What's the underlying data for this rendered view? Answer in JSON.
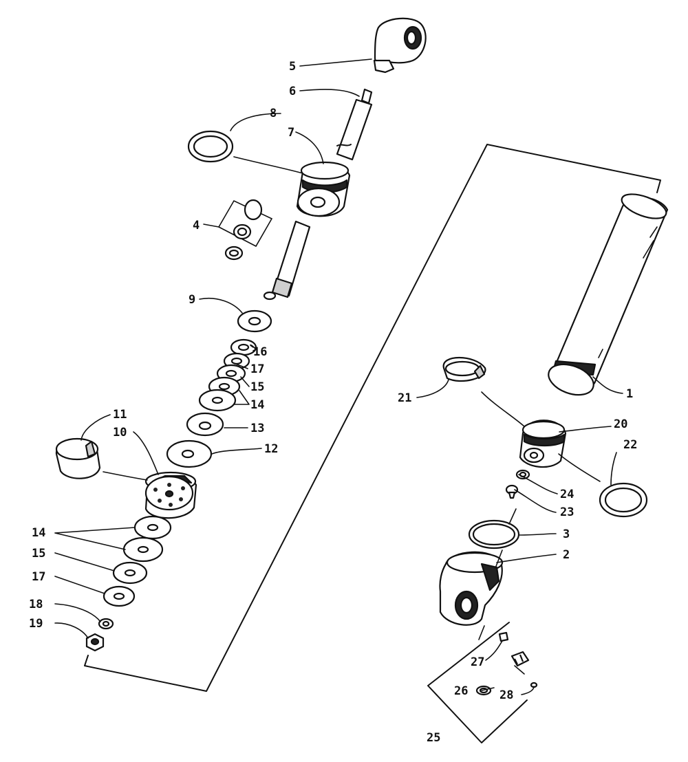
{
  "diagram": {
    "part_numbers": {
      "p1": "1",
      "p2": "2",
      "p3": "3",
      "p4": "4",
      "p5": "5",
      "p6": "6",
      "p7": "7",
      "p8": "8",
      "p9": "9",
      "p10": "10",
      "p11": "11",
      "p12": "12",
      "p13": "13",
      "p14a": "14",
      "p14b": "14",
      "p15a": "15",
      "p15b": "15",
      "p16": "16",
      "p17a": "17",
      "p17b": "17",
      "p18": "18",
      "p19": "19",
      "p20": "20",
      "p21": "21",
      "p22": "22",
      "p23": "23",
      "p24": "24",
      "p25": "25",
      "p26": "26",
      "p27": "27",
      "p28": "28"
    }
  }
}
